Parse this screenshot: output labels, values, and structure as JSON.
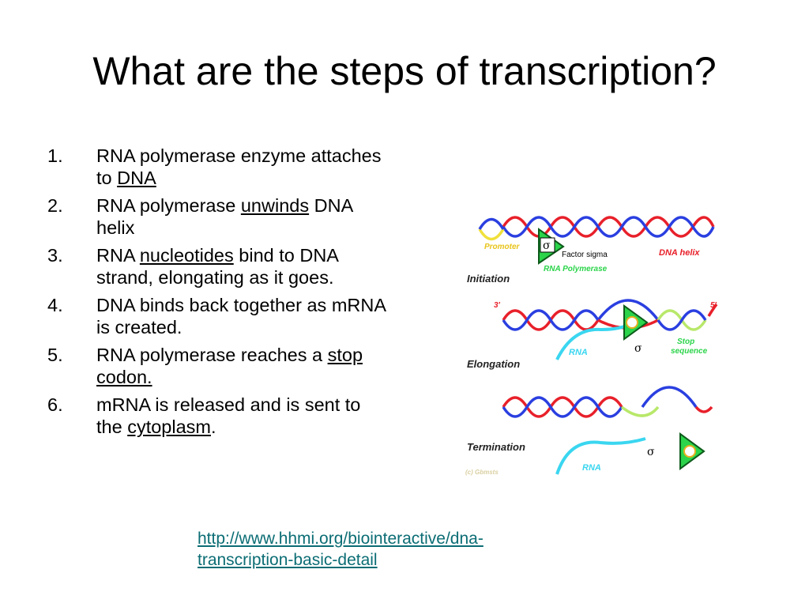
{
  "slide": {
    "title": "What are the steps of transcription?"
  },
  "steps": [
    {
      "number": "1.",
      "parts": [
        "RNA polymerase enzyme attaches to ",
        "DNA",
        ""
      ]
    },
    {
      "number": "2.",
      "parts": [
        "RNA polymerase ",
        "unwinds",
        " DNA helix"
      ]
    },
    {
      "number": "3.",
      "parts": [
        "RNA ",
        "nucleotides",
        " bind to DNA strand, elongating as it goes."
      ]
    },
    {
      "number": "4.",
      "parts": [
        "DNA binds back together as mRNA is created.",
        "",
        ""
      ]
    },
    {
      "number": "5.",
      "parts": [
        "RNA polymerase reaches a ",
        "stop codon.",
        ""
      ]
    },
    {
      "number": "6.",
      "parts": [
        "mRNA is released and is sent to the ",
        "cytoplasm",
        "."
      ]
    }
  ],
  "source": {
    "line1": "http://www.hhmi.org/biointeractive/dna-",
    "line2": "transcription-basic-detail"
  },
  "diagram": {
    "promoter": "Promoter",
    "factor_sigma": "Factor sigma",
    "dna_helix": "DNA helix",
    "rna_polymerase": "RNA Polymerase",
    "initiation": "Initiation",
    "three_prime": "3'",
    "five_prime": "5'",
    "rna_1": "RNA",
    "sigma_1": "σ",
    "stop_sequence_1": "Stop",
    "stop_sequence_2": "sequence",
    "elongation": "Elongation",
    "termination": "Termination",
    "rna_2": "RNA",
    "sigma_2": "σ",
    "sigma_tag": "σ",
    "copyright": "(c) Gbmsts",
    "colors": {
      "red": "#e8202a",
      "blue": "#2a3fe0",
      "yellow": "#f0e03a",
      "cyan": "#3ad6f0",
      "green": "#2bd44a",
      "lime": "#b8e86a"
    }
  }
}
